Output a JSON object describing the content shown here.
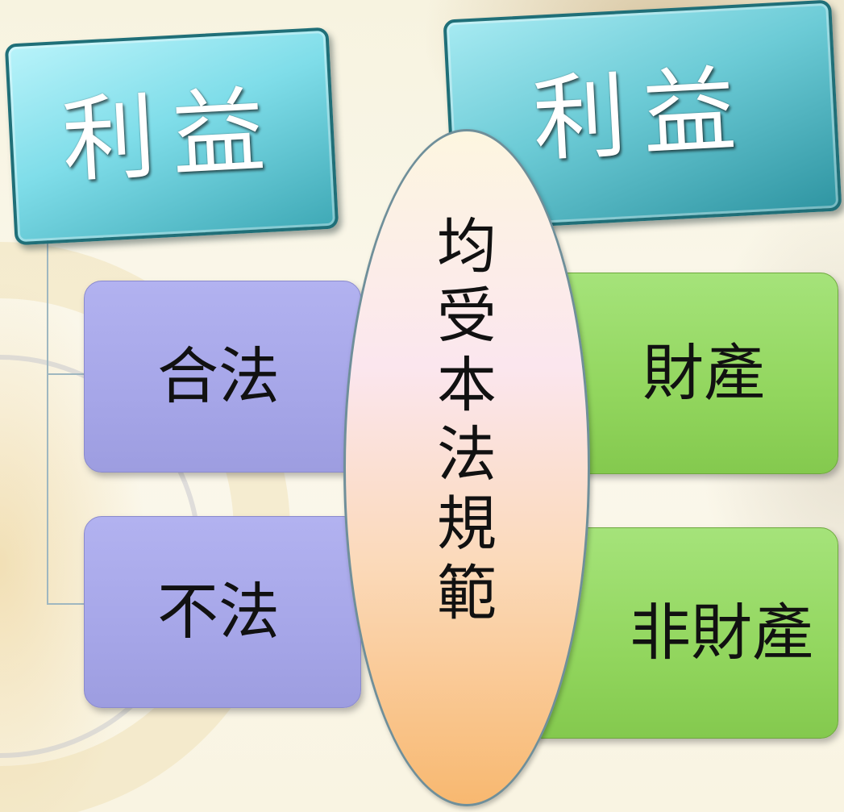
{
  "diagram": {
    "header_left": "利益",
    "header_right": "利益",
    "left_items": [
      "合法",
      "不法"
    ],
    "right_items": [
      "財產",
      "非財產"
    ],
    "center_text": [
      "均",
      "受",
      "本",
      "法",
      "規",
      "範"
    ]
  },
  "colors": {
    "header_fill": "#7fdde9",
    "header_border": "#1f6f78",
    "purple_box": "#a6a6e8",
    "green_box": "#92d65e",
    "ellipse_top": "#fdf6e0",
    "ellipse_bottom": "#f8b870",
    "ellipse_border": "#6f8f9a",
    "background": "#fbf8ea"
  }
}
